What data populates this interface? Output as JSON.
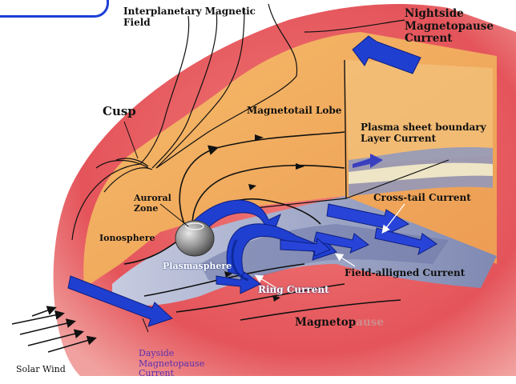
{
  "labels": {
    "imf": "Interplanetary Magnetic\nField",
    "nightside": "Nightside\nMagnetopause\nCurrent",
    "cusp": "Cusp",
    "tail_lobe": "Magnetotail Lobe",
    "psbl": "Plasma sheet boundary\nLayer Current",
    "auroral": "Auroral\nZone",
    "cross_tail": "Cross-tail Current",
    "ionosphere": "Ionosphere",
    "plasmasphere": "Plasmasphere",
    "field_aligned": "Field-alligned Current",
    "ring": "Ring Current",
    "magnetopause_a": "Magnetop",
    "magnetopause_b": "ause",
    "dayside": "Dayside\nMagnetopause\nCurrent",
    "solar_wind": "Solar Wind"
  },
  "colors": {
    "sheath_red": "#e8555a",
    "inner_orange": "#f0a65a",
    "plasma_sheet": "#9aa3c4",
    "current_blue": "#1f3fd0",
    "earth": "#8e8e8e"
  }
}
